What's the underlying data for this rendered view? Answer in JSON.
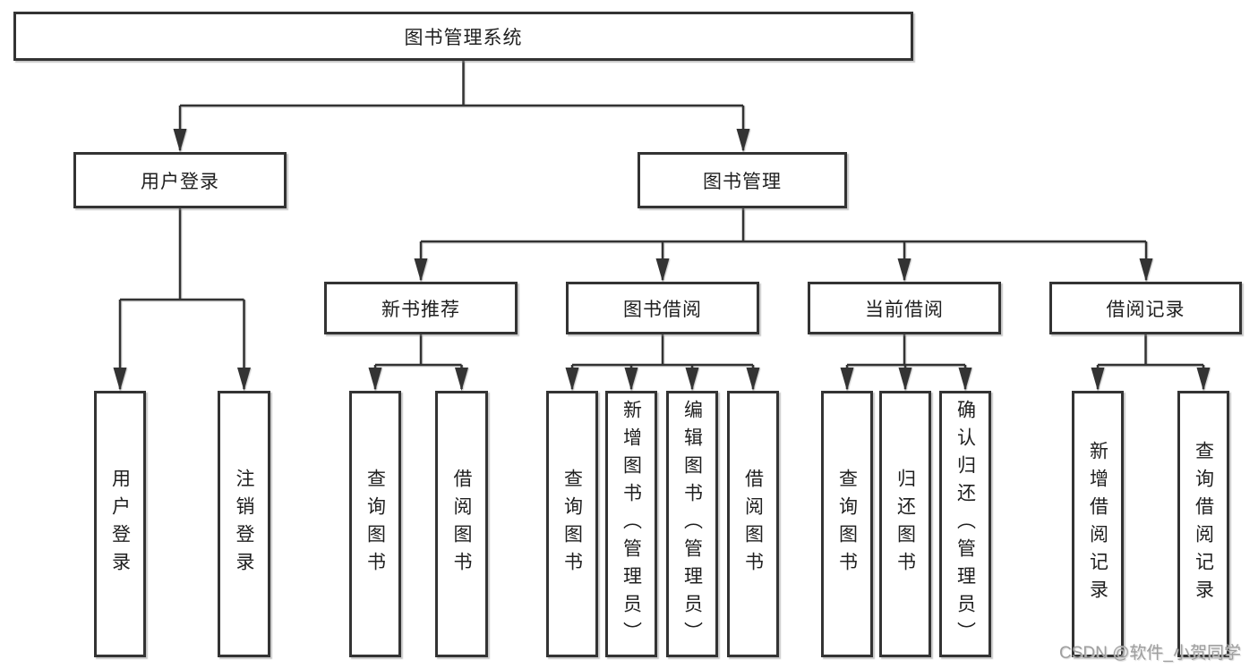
{
  "colors": {
    "line": "#333333",
    "text": "#1f1f1f",
    "watermark": "#9f9f9f",
    "background": "#ffffff"
  },
  "tree": {
    "label": "图书管理系统",
    "children": [
      {
        "label": "用户登录",
        "children": [
          {
            "label": "用户登录"
          },
          {
            "label": "注销登录"
          }
        ]
      },
      {
        "label": "图书管理",
        "children": [
          {
            "label": "新书推荐",
            "children": [
              {
                "label": "查询图书"
              },
              {
                "label": "借阅图书"
              }
            ]
          },
          {
            "label": "图书借阅",
            "children": [
              {
                "label": "查询图书"
              },
              {
                "label": "新增图书（管理员）"
              },
              {
                "label": "编辑图书（管理员）"
              },
              {
                "label": "借阅图书"
              }
            ]
          },
          {
            "label": "当前借阅",
            "children": [
              {
                "label": "查询图书"
              },
              {
                "label": "归还图书"
              },
              {
                "label": "确认归还（管理员）"
              }
            ]
          },
          {
            "label": "借阅记录",
            "children": [
              {
                "label": "新增借阅记录"
              },
              {
                "label": "查询借阅记录"
              }
            ]
          }
        ]
      }
    ]
  },
  "watermark": {
    "text": "CSDN @软件_小贺同学"
  }
}
